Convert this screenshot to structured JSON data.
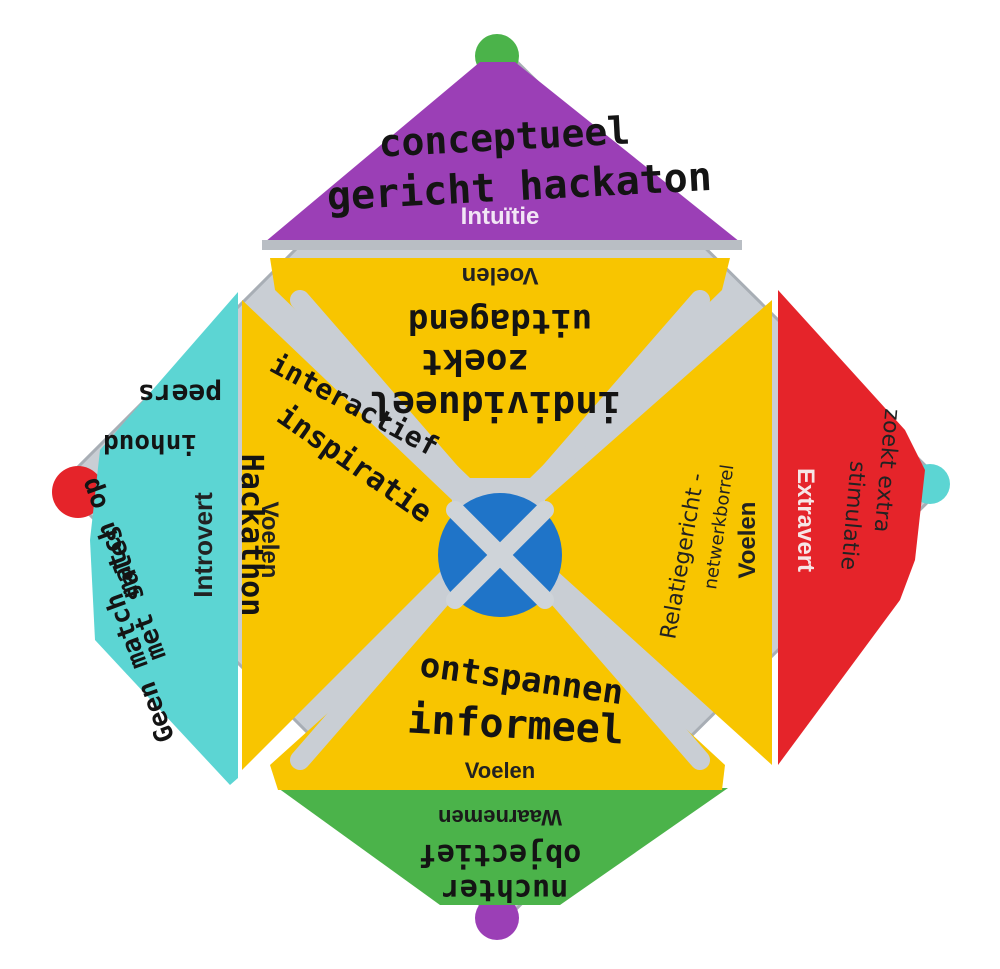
{
  "colors": {
    "purple": "#9b3fb6",
    "yellow": "#f8c500",
    "cyan": "#5cd5d3",
    "red": "#e5242a",
    "green": "#4bb34a",
    "blue": "#1f74c8",
    "frame": "#c9ced4"
  },
  "faces": {
    "top_purple": {
      "printed": "Intuïtie",
      "handwritten": [
        "conceptueel",
        "gericht hackaton"
      ]
    },
    "top_yellow": {
      "printed": "Voelen",
      "handwritten": [
        "uitdagend",
        "zoekt",
        "individueel"
      ]
    },
    "left_yellow": {
      "printed": "Voelen",
      "handwritten": [
        "interactief",
        "inspiratie"
      ]
    },
    "right_yellow": {
      "printed": "Voelen",
      "handwritten": [
        "Relatiegericht -",
        "netwerkborrel"
      ]
    },
    "bottom_yellow": {
      "printed": "Voelen",
      "handwritten": [
        "ontspannen",
        "informeel"
      ]
    },
    "left_cyan": {
      "printed": "Introvert",
      "handwritten": [
        "peers",
        "Hackathon",
        "inhoud",
        "match op",
        "met sales",
        "Geen match"
      ]
    },
    "right_red": {
      "printed": "Extravert",
      "handwritten": [
        "zoekt extra",
        "stimulatie"
      ]
    },
    "bottom_green": {
      "printed": "Waarnemen",
      "handwritten": [
        "objectief",
        "nuchter"
      ]
    }
  }
}
